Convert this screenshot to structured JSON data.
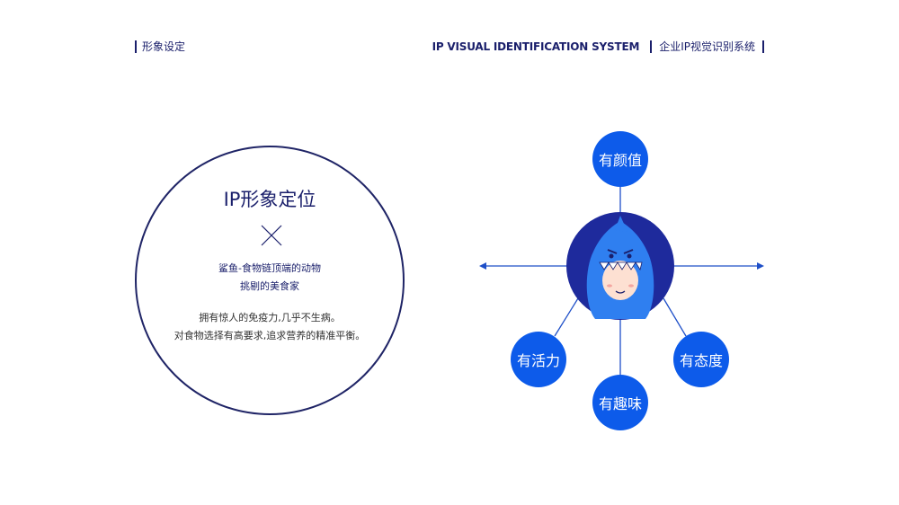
{
  "header": {
    "section_title": "形象设定",
    "system_en": "IP VISUAL IDENTIFICATION SYSTEM",
    "system_cn": "企业IP视觉识别系统"
  },
  "positioning": {
    "title": "IP形象定位",
    "lines1": [
      "鲨鱼-食物链顶端的动物",
      "挑剔的美食家"
    ],
    "lines2": [
      "拥有惊人的免疫力,几乎不生病。",
      "对食物选择有高要求,追求营养的精准平衡。"
    ]
  },
  "traits": {
    "top": "有颜值",
    "left": "有活力",
    "bottom": "有趣味",
    "right": "有态度"
  },
  "colors": {
    "navy": "#1a1f6b",
    "accent_blue": "#0d5bea",
    "avatar_ring": "#1e2a9c"
  }
}
